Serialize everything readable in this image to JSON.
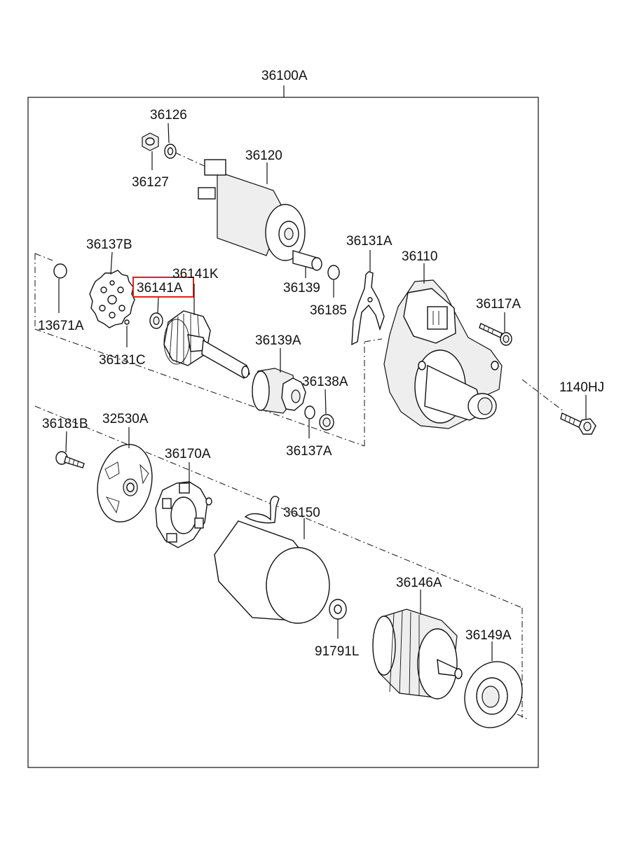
{
  "assembly_label": "36100A",
  "highlight_color": "#e0201c",
  "highlighted_label": "36141A",
  "labels": {
    "p36126": "36126",
    "p36127": "36127",
    "p36120": "36120",
    "p36137B": "36137B",
    "p36141K": "36141K",
    "p36141A": "36141A",
    "p13671A": "13671A",
    "p36131C": "36131C",
    "p36139": "36139",
    "p36185": "36185",
    "p36131A": "36131A",
    "p36110": "36110",
    "p36117A": "36117A",
    "p36139A": "36139A",
    "p36138A": "36138A",
    "p36137A": "36137A",
    "p1140HJ": "1140HJ",
    "p36181B": "36181B",
    "p32530A": "32530A",
    "p36170A": "36170A",
    "p36150": "36150",
    "p36146A": "36146A",
    "p91791L": "91791L",
    "p36149A": "36149A"
  }
}
